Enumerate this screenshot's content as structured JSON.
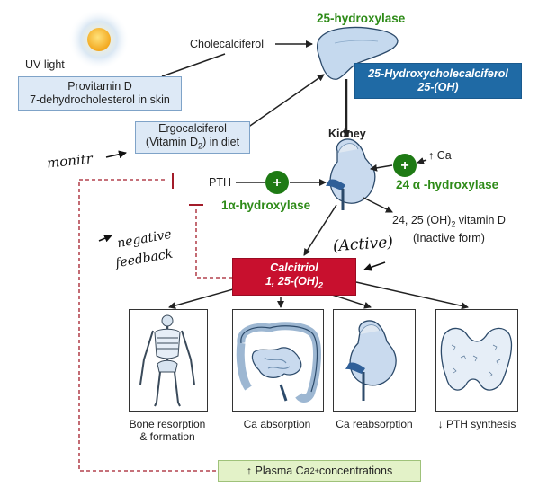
{
  "uv_light": "UV light",
  "provitamin": {
    "line1": "Provitamin D",
    "line2": "7-dehydrocholesterol in skin"
  },
  "cholecalciferol": "Cholecalciferol",
  "hydroxylase25": "25-hydroxylase",
  "hydroxychole": {
    "line1": "25-Hydroxycholecalciferol",
    "line2": "25-(OH)"
  },
  "ergocalciferol": {
    "line1": "Ergocalciferol",
    "line2a": "(Vitamin D",
    "line2sub": "2",
    "line2b": ") in diet"
  },
  "kidney": "Kidney",
  "ca_up": "↑ Ca",
  "pth": "PTH",
  "hydroxylase24": "24 α -hydroxylase",
  "hydroxylase1a": "1α-hydroxylase",
  "inactive": {
    "line1a": "24, 25 (OH)",
    "line1sub": "2",
    "line1b": " vitamin D",
    "line2": "(Inactive form)"
  },
  "calcitriol": {
    "line1": "Calcitriol",
    "line2a": "1, 25-(OH)",
    "line2sub": "2"
  },
  "plus_sign": "+",
  "panels": [
    {
      "line1": "Bone resorption",
      "line2": "& formation"
    },
    {
      "line1": "Ca absorption",
      "line2": ""
    },
    {
      "line1": "Ca reabsorption",
      "line2": ""
    },
    {
      "line1": "↓ PTH synthesis",
      "line2": ""
    }
  ],
  "plasma": {
    "pre": "↑ Plasma Ca",
    "sup": "2+",
    "post": " concentrations"
  },
  "handwriting": {
    "monitor": "monitr",
    "negative1": "negative",
    "negative2": "feedback",
    "active": "(Active)"
  },
  "colors": {
    "green": "#2e8b18",
    "dark_blue": "#1f6aa5",
    "red": "#c8102e",
    "light_blue": "#dde9f6",
    "light_green": "#e3f2c8"
  }
}
